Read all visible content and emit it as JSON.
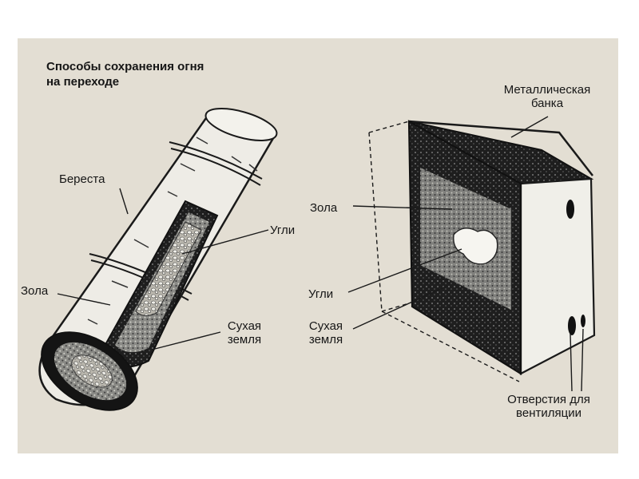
{
  "title_lines": [
    "Способы сохранения огня",
    "на переходе"
  ],
  "left": {
    "birch_bark": "Береста",
    "coals": "Угли",
    "ash": "Зола",
    "dry_earth": [
      "Сухая",
      "земля"
    ]
  },
  "right": {
    "metal_can": [
      "Металлическая",
      "банка"
    ],
    "ash": "Зола",
    "coals": "Угли",
    "dry_earth": [
      "Сухая",
      "земля"
    ],
    "vent_holes": [
      "Отверстия для",
      "вентиляции"
    ]
  }
}
